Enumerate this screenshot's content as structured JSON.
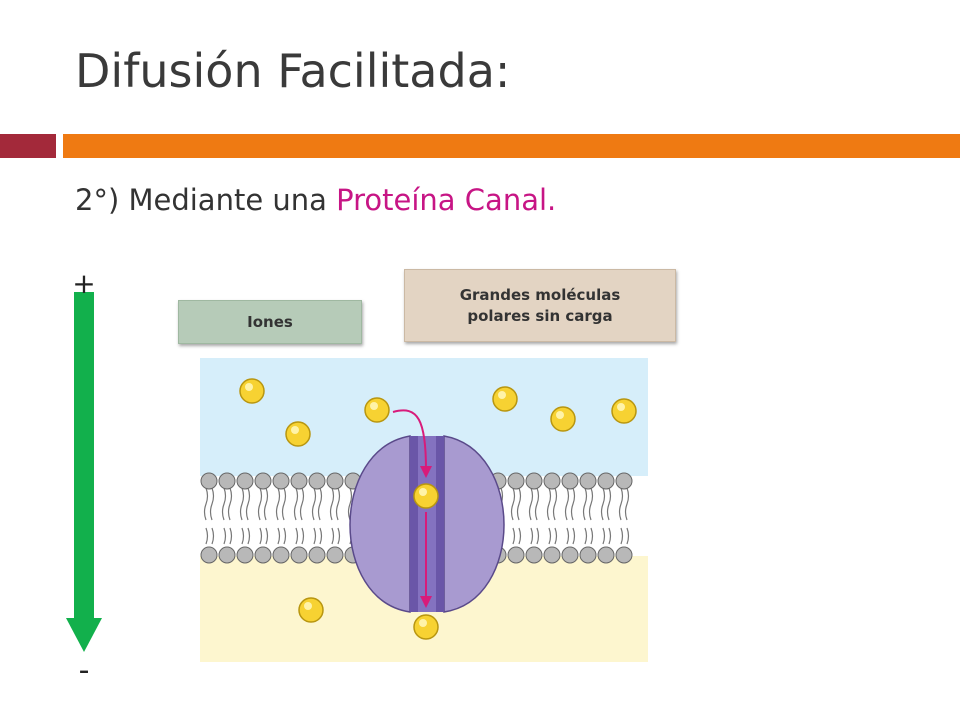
{
  "slide": {
    "title": "Difusión Facilitada:",
    "subtitle_prefix": "2°) Mediante una ",
    "subtitle_highlight": "Proteína Canal.",
    "gradient_top_sign": "+",
    "gradient_bottom_sign": "-"
  },
  "labels": {
    "iones": "Iones",
    "grandes_line1": "Grandes moléculas",
    "grandes_line2": "polares sin carga"
  },
  "colors": {
    "title_text": "#3a3a3a",
    "accent_red": "#a3293a",
    "accent_orange": "#ef7a12",
    "highlight": "#c71585",
    "gradient_arrow": "#12b04c",
    "extracellular": "#d6eefa",
    "intracellular": "#fdf6cf",
    "lipid_head": "#b8b8b8",
    "channel_protein": "#a89ad0",
    "channel_pore": "#6a56a8",
    "molecule": "#f7d232",
    "flow_arrow": "#d81b7a",
    "iones_box": "#b6cbb8",
    "grandes_box": "#e3d4c3"
  },
  "icons": [
    "gradient-arrow-icon",
    "flow-arrow-icon",
    "molecule-icon"
  ]
}
